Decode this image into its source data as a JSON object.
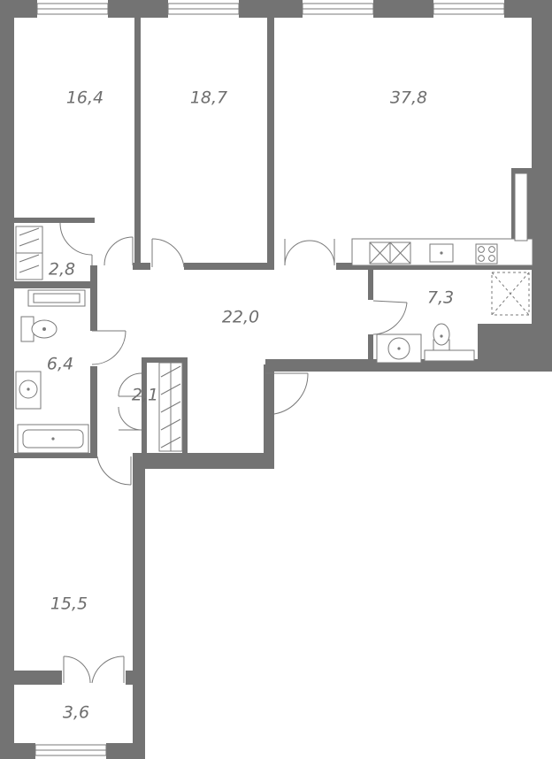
{
  "plan": {
    "rooms": [
      {
        "id": "bedroom-1",
        "area": "16,4"
      },
      {
        "id": "bedroom-2",
        "area": "18,7"
      },
      {
        "id": "living-kitchen",
        "area": "37,8"
      },
      {
        "id": "wardrobe-1",
        "area": "2,8"
      },
      {
        "id": "hall",
        "area": "22,0"
      },
      {
        "id": "bathroom-1",
        "area": "7,3"
      },
      {
        "id": "bathroom-2",
        "area": "6,4"
      },
      {
        "id": "wardrobe-2",
        "area": "2,1"
      },
      {
        "id": "bedroom-3",
        "area": "15,5"
      },
      {
        "id": "balcony",
        "area": "3,6"
      }
    ],
    "colors": {
      "wall": "#737373",
      "line": "#7a7a7a",
      "text": "#6e6e6e"
    }
  }
}
